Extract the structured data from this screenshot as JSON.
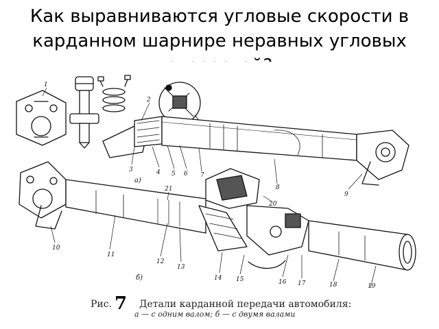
{
  "page": {
    "title": "Как выравниваются угловые скорости в карданном шарнире неравных угловых скоростей?"
  },
  "figure": {
    "subfigure_a": "а)",
    "subfigure_b": "б)",
    "callouts_a": [
      "1",
      "2",
      "3",
      "4",
      "5",
      "6",
      "7",
      "8",
      "9"
    ],
    "callouts_b": [
      "21",
      "20",
      "10",
      "11",
      "12",
      "13",
      "14",
      "15",
      "16",
      "17",
      "18",
      "19"
    ],
    "caption_prefix": "Рис.",
    "caption_number": "7",
    "caption_title": "Детали карданной передачи автомобиля:",
    "caption_subtitle": "а — с одним валом; б — с двумя валами"
  }
}
